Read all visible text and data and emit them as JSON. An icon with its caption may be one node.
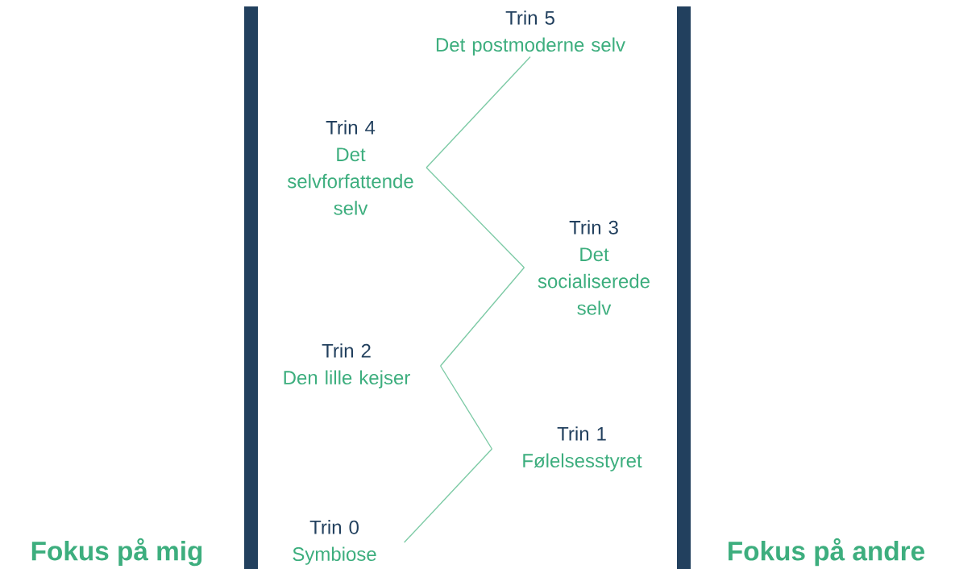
{
  "diagram": {
    "nodes": [
      {
        "text": [
          "Trin 0",
          "Symbiose"
        ]
      },
      {
        "text": [
          "Trin 1",
          "Følelsesstyret"
        ]
      },
      {
        "text": [
          "Trin 2",
          "Den lille kejser"
        ]
      },
      {
        "text": [
          "Trin 3",
          "Det socialiserede selv"
        ]
      },
      {
        "text": [
          "Trin 4",
          "Det selvforfattende selv"
        ]
      },
      {
        "text": [
          "Trin 5",
          "Det postmoderne selv"
        ]
      }
    ],
    "edges": [
      {
        "from": 0,
        "to": 1,
        "arrow": "none"
      },
      {
        "from": 1,
        "to": 2,
        "arrow": "none"
      },
      {
        "from": 2,
        "to": 3,
        "arrow": "none"
      },
      {
        "from": 3,
        "to": 4,
        "arrow": "none"
      },
      {
        "from": 4,
        "to": 5,
        "arrow": "none"
      }
    ],
    "labels": [
      "Fokus på mig",
      "Fokus på andre"
    ]
  }
}
